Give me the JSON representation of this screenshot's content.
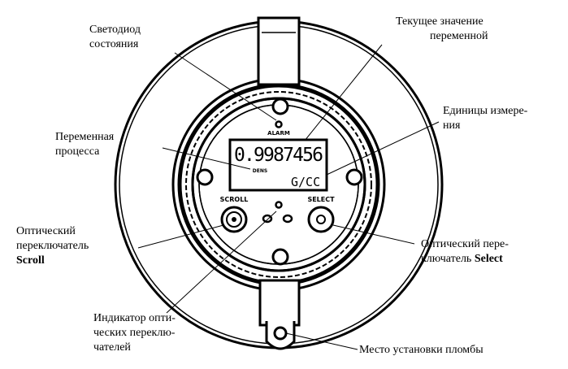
{
  "display": {
    "value": "0.9987456",
    "variable": "DENS",
    "units": "G/CC",
    "led_label": "ALARM",
    "scroll_label": "SCROLL",
    "select_label": "SELECT"
  },
  "labels": {
    "led": [
      "Светодиод",
      "состояния"
    ],
    "current_value": [
      "Текущее значение",
      "переменной"
    ],
    "units": [
      "Единицы измере-",
      "ния"
    ],
    "process_variable": [
      "Переменная",
      "процесса"
    ],
    "scroll": [
      "Оптический",
      "переключатель",
      "Scroll"
    ],
    "select": [
      "Оптический  пере-",
      "ключатель ",
      "Select"
    ],
    "indicator": [
      "Индикатор  опти-",
      "ческих  переклю-",
      "чателей"
    ],
    "seal": "Место установки пломбы"
  }
}
